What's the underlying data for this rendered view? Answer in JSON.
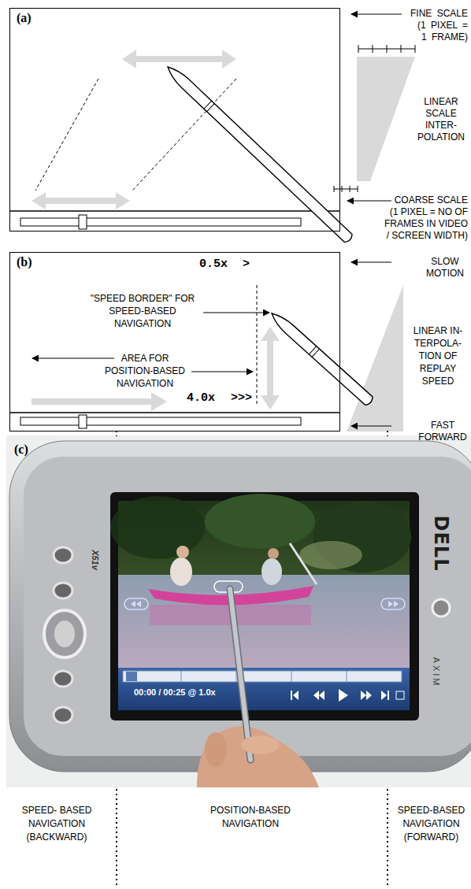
{
  "diagram": {
    "nodes": [
      {
        "text": [
          "(a)"
        ]
      },
      {
        "text": [
          "(b)",
          "0.5x",
          ">",
          "\"SPEED BORDER\" FOR SPEED-BASED NAVIGATION",
          "AREA FOR POSITION-BASED NAVIGATION",
          "4.0x",
          ">>>"
        ]
      }
    ],
    "labels": [
      "FINE SCALE (1 PIXEL = 1 FRAME)",
      "LINEAR SCALE INTER- POLATION",
      "COARSE SCALE (1 PIXEL = NO OF FRAMES IN VIDEO / SCREEN WIDTH)",
      "SLOW MOTION",
      "LINEAR IN- TERPOLA- TION OF REPLAY SPEED",
      "FAST FORWARD",
      "(c)",
      "X51v",
      "DELL",
      "AXIM",
      "00:00 / 00:25 @ 1.0x",
      "SPEED- BASED NAVIGATION (BACKWARD)",
      "POSITION-BASED NAVIGATION",
      "SPEED-BASED NAVIGATION (FORWARD)"
    ]
  }
}
